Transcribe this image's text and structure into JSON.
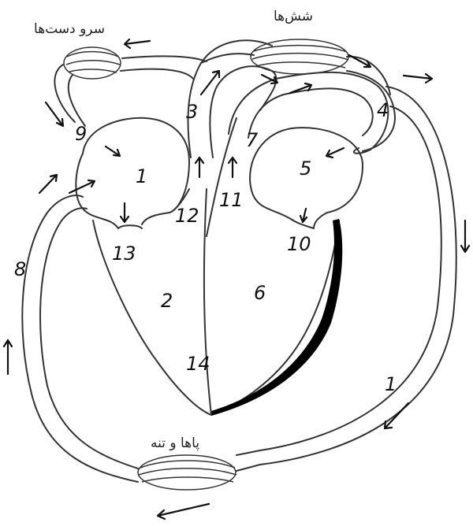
{
  "diagram": {
    "organ_labels": {
      "upper_body": "سرو دست‌ها",
      "lungs": "شش‌ها",
      "lower_body": "پاها و تنه"
    },
    "part_numbers": [
      {
        "id": "n1a",
        "text": "1"
      },
      {
        "id": "n2",
        "text": "2"
      },
      {
        "id": "n3",
        "text": "3"
      },
      {
        "id": "n4",
        "text": "4"
      },
      {
        "id": "n5",
        "text": "5"
      },
      {
        "id": "n6",
        "text": "6"
      },
      {
        "id": "n7",
        "text": "7"
      },
      {
        "id": "n8",
        "text": "8"
      },
      {
        "id": "n9",
        "text": "9"
      },
      {
        "id": "n10",
        "text": "10"
      },
      {
        "id": "n11",
        "text": "11"
      },
      {
        "id": "n12",
        "text": "12"
      },
      {
        "id": "n13",
        "text": "13"
      },
      {
        "id": "n14",
        "text": "14"
      },
      {
        "id": "n1b",
        "text": "1"
      }
    ],
    "colors": {
      "outline": "#333333",
      "thick_wall": "#000000",
      "text": "#111111"
    }
  }
}
